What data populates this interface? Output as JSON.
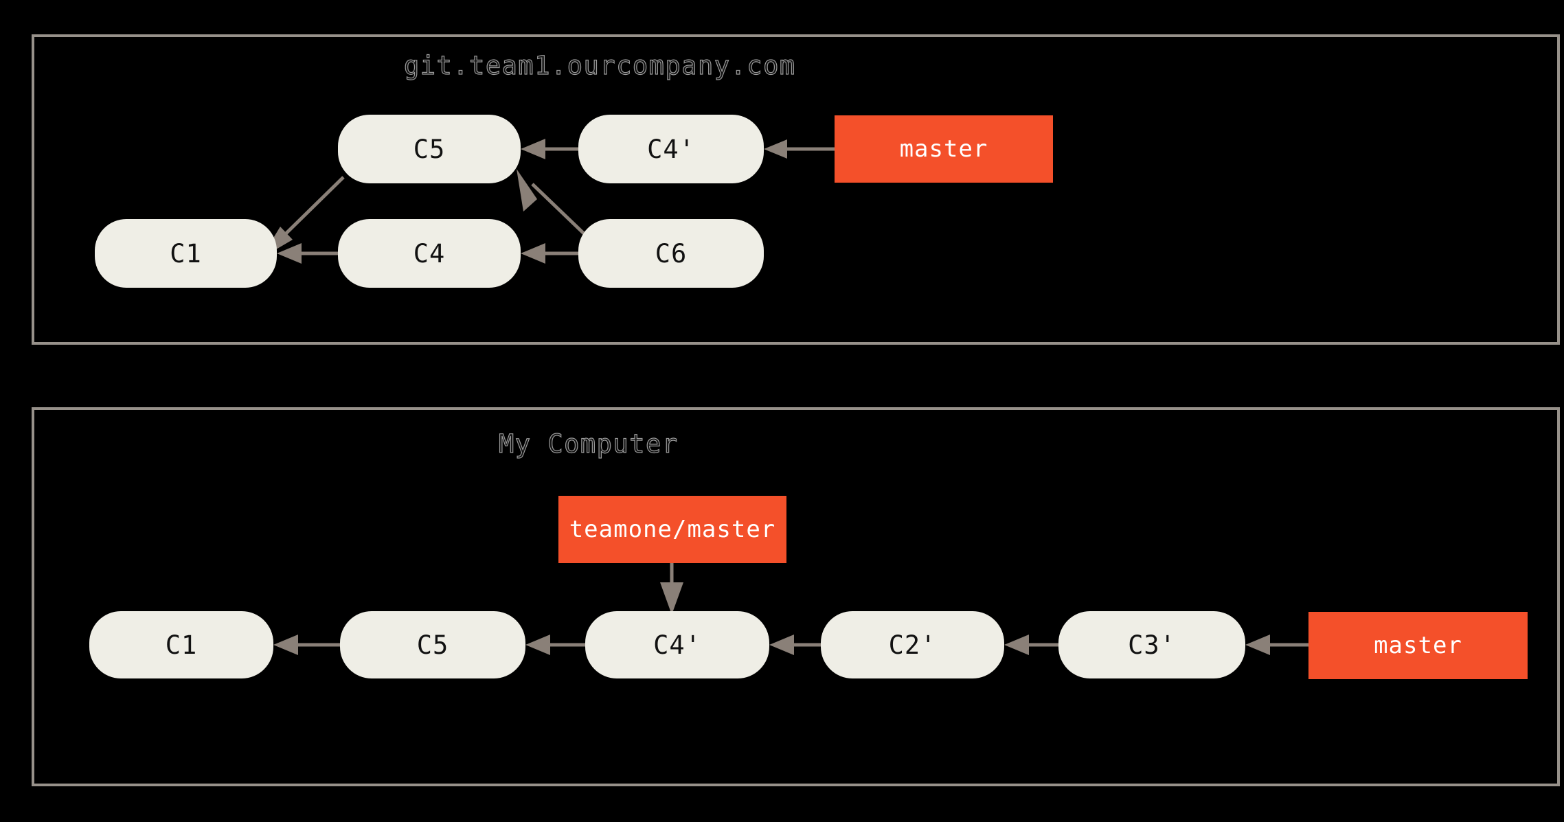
{
  "figure": {
    "background_color": "#000000",
    "node_fill": "#efeee6",
    "node_text_color": "#111111",
    "branch_fill": "#f4502a",
    "branch_text_color": "#ffffff",
    "arrow_color": "#8a8078",
    "panel_border_color": "#97918a"
  },
  "panels": [
    {
      "id": "remote",
      "title": "git.team1.ourcompany.com",
      "commits": [
        {
          "id": "c5",
          "label": "C5"
        },
        {
          "id": "c4prime",
          "label": "C4'"
        },
        {
          "id": "c1",
          "label": "C1"
        },
        {
          "id": "c4",
          "label": "C4"
        },
        {
          "id": "c6",
          "label": "C6"
        }
      ],
      "branches": [
        {
          "id": "master",
          "label": "master",
          "points_to": "C4'"
        }
      ],
      "edges": [
        {
          "from": "C4'",
          "to": "C5"
        },
        {
          "from": "C5",
          "to": "C1"
        },
        {
          "from": "C4",
          "to": "C1"
        },
        {
          "from": "C6",
          "to": "C4"
        },
        {
          "from": "C6",
          "to": "C5"
        }
      ]
    },
    {
      "id": "local",
      "title": "My Computer",
      "commits": [
        {
          "id": "c1",
          "label": "C1"
        },
        {
          "id": "c5",
          "label": "C5"
        },
        {
          "id": "c4prime",
          "label": "C4'"
        },
        {
          "id": "c2prime",
          "label": "C2'"
        },
        {
          "id": "c3prime",
          "label": "C3'"
        }
      ],
      "branches": [
        {
          "id": "teamone-master",
          "label": "teamone/master",
          "points_to": "C4'"
        },
        {
          "id": "master",
          "label": "master",
          "points_to": "C3'"
        }
      ],
      "edges": [
        {
          "from": "C5",
          "to": "C1"
        },
        {
          "from": "C4'",
          "to": "C5"
        },
        {
          "from": "C2'",
          "to": "C4'"
        },
        {
          "from": "C3'",
          "to": "C2'"
        }
      ]
    }
  ]
}
